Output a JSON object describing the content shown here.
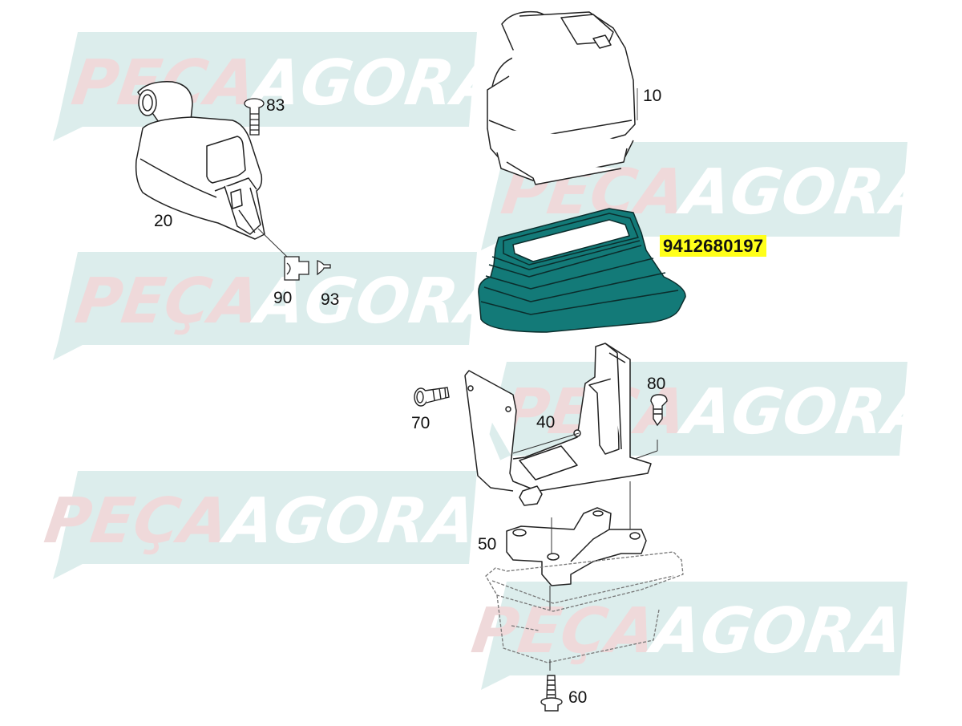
{
  "diagram": {
    "type": "exploded-parts-diagram",
    "highlighted_part": {
      "part_number": "9412680197",
      "highlight_color": "#ffff1a",
      "part_fill_color": "#137a78"
    },
    "callouts": [
      {
        "id": "10",
        "label": "10"
      },
      {
        "id": "20",
        "label": "20"
      },
      {
        "id": "40",
        "label": "40"
      },
      {
        "id": "50",
        "label": "50"
      },
      {
        "id": "60",
        "label": "60"
      },
      {
        "id": "70",
        "label": "70"
      },
      {
        "id": "80",
        "label": "80"
      },
      {
        "id": "83",
        "label": "83"
      },
      {
        "id": "90",
        "label": "90"
      },
      {
        "id": "93",
        "label": "93"
      }
    ]
  },
  "watermark": {
    "word1": "PEÇA",
    "word2": "AGORA",
    "banner_color": "#dcedec",
    "word1_color": "#efd9da",
    "word2_color": "#ffffff"
  }
}
